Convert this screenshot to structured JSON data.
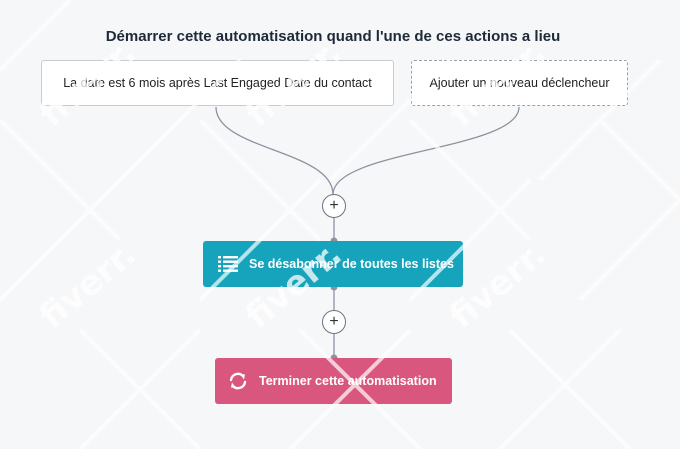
{
  "workflow": {
    "heading": "Démarrer cette automatisation quand l'une de ces actions a lieu",
    "triggers": [
      {
        "label": "La date est 6 mois après Last Engaged Date du contact"
      },
      {
        "label": "Ajouter un nouveau déclencheur"
      }
    ],
    "add_step_symbol": "+",
    "actions": [
      {
        "label": "Se désabonner de toutes les listes",
        "icon": "list-icon",
        "color": "#16a3bc"
      },
      {
        "label": "Terminer cette automatisation",
        "icon": "refresh-icon",
        "color": "#d9577e"
      }
    ]
  },
  "watermark": "fiverr.",
  "colors": {
    "background": "#f6f7f9",
    "connector": "#8c93a0"
  }
}
